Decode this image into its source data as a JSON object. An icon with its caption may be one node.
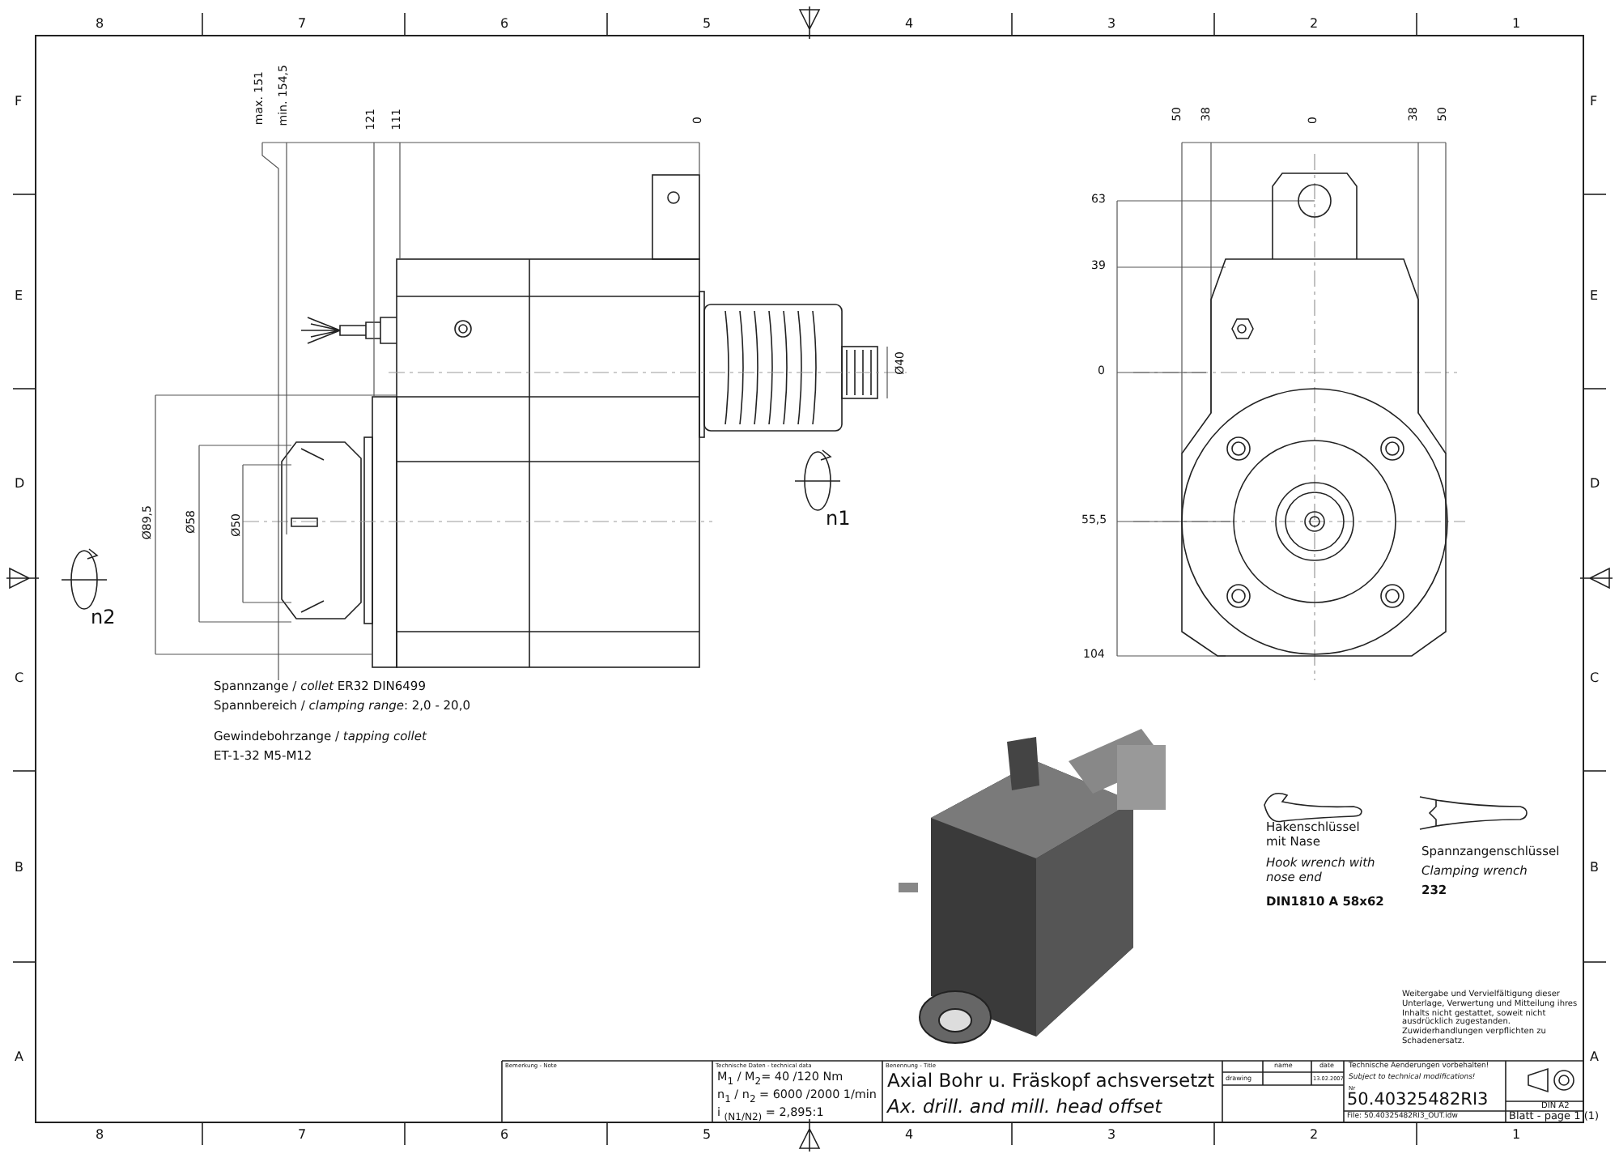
{
  "diagram": {
    "labels": [
      "8",
      "7",
      "6",
      "5",
      "4",
      "3",
      "2",
      "1",
      "F",
      "E",
      "D",
      "C",
      "B",
      "A",
      "F",
      "E",
      "D",
      "C",
      "B",
      "A",
      "max. 151",
      "min. 154,5",
      "121",
      "111",
      "0",
      "50",
      "38",
      "0",
      "38",
      "50",
      "63",
      "39",
      "0",
      "Ø40",
      "Ø89,5",
      "Ø58",
      "Ø50",
      "55,5",
      "n1",
      "n2",
      "104",
      "Spannzange / *collet*   ER32   DIN6499",
      "Spannbereich / *clamping range*: 2,0 - 20,0",
      "Gewindebohrzange / *tapping collet*",
      "ET-1-32   M5-M12",
      "Hakenschlüssel mit Nase",
      "Hook wrench with nose end",
      "DIN1810 A 58x62",
      "Spannzangenschlüssel",
      "Clamping wrench",
      "232",
      "Weitergabe und Vervielfältigung dieser Unterlage, Verwertung und Mitteilung ihres Inhalts nicht gestattet, soweit nicht ausdrücklich zugestanden. Zuwiderhandlungen verpflichten zu Schadenersatz.",
      "Bemerkung - Note",
      "Technische Daten - technical data",
      "M$_{1}$ / M$_{2}$= 40  /120 Nm",
      "n$_{1}$ / n$_{2}$ = 6000 /2000   1/min",
      "i $_{(N1/N2)}$  = 2,895:1",
      "Benennung - Title",
      "Axial Bohr u. Fräskopf achsversetzt",
      "Ax. drill. and mill. head offset",
      "name",
      "date",
      "drawing",
      "13.02.2007",
      "Technische Aenderungen vorbehalten!",
      "Subject to technical modifications!",
      "Nr",
      "50.40325482RI3",
      "File: 50.40325482RI3_OUT.idw",
      "DIN A2",
      "Blatt - page  1 (1)",
      "8",
      "7",
      "6",
      "5",
      "4",
      "3",
      "2",
      "1"
    ]
  }
}
